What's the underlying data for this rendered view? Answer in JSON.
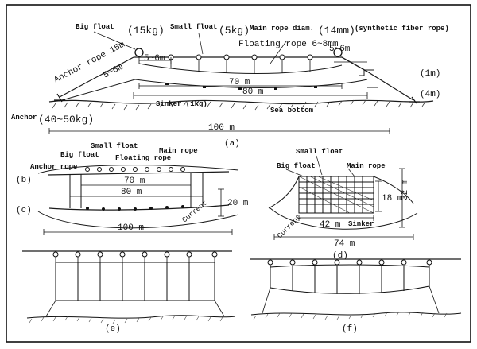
{
  "panel_a": {
    "big_float": "Big float",
    "big_float_weight": "(15kg)",
    "small_float": "Small float",
    "small_float_weight": "(5kg)",
    "main_rope_diam": "Main rope  diam.",
    "main_rope_size": "(14mm)",
    "main_rope_material": "(synthetic fiber rope)",
    "floating_rope": "Floating rope 6~8mm",
    "anchor_rope": "Anchor rope 15m",
    "seg_5_6_left": "5~6m",
    "seg_5_6_top": "5~6m",
    "seg_5_6_right": "5~6m",
    "len_70": "70 m",
    "len_80": "80 m",
    "len_100": "100 m",
    "sinker": "Sinker (1kg)",
    "sea_bottom": "Sea bottom",
    "anchor": "Anchor",
    "anchor_weight": "(40~50kg)",
    "right_label_top": "(1m)",
    "right_label_bottom": "(4m)",
    "caption": "(a)"
  },
  "panel_bc": {
    "big_float": "Big float",
    "small_float": "Small float",
    "floating_rope": "Floating rope",
    "main_rope": "Main rope",
    "anchor_rope": "Anchor rope",
    "label_b": "(b)",
    "label_c": "(c)",
    "len_70": "70 m",
    "len_80": "80 m",
    "len_100": "100 m",
    "current": "Current",
    "depth_20": "20 m"
  },
  "panel_d": {
    "small_float": "Small float",
    "big_float": "Big float",
    "main_rope": "Main rope",
    "depth_18": "18 m",
    "depth_32": "32 m",
    "len_42": "42 m",
    "len_74": "74 m",
    "sinker": "Sinker",
    "current": "Current",
    "caption": "(d)"
  },
  "panel_e": {
    "caption": "(e)"
  },
  "panel_f": {
    "caption": "(f)"
  }
}
